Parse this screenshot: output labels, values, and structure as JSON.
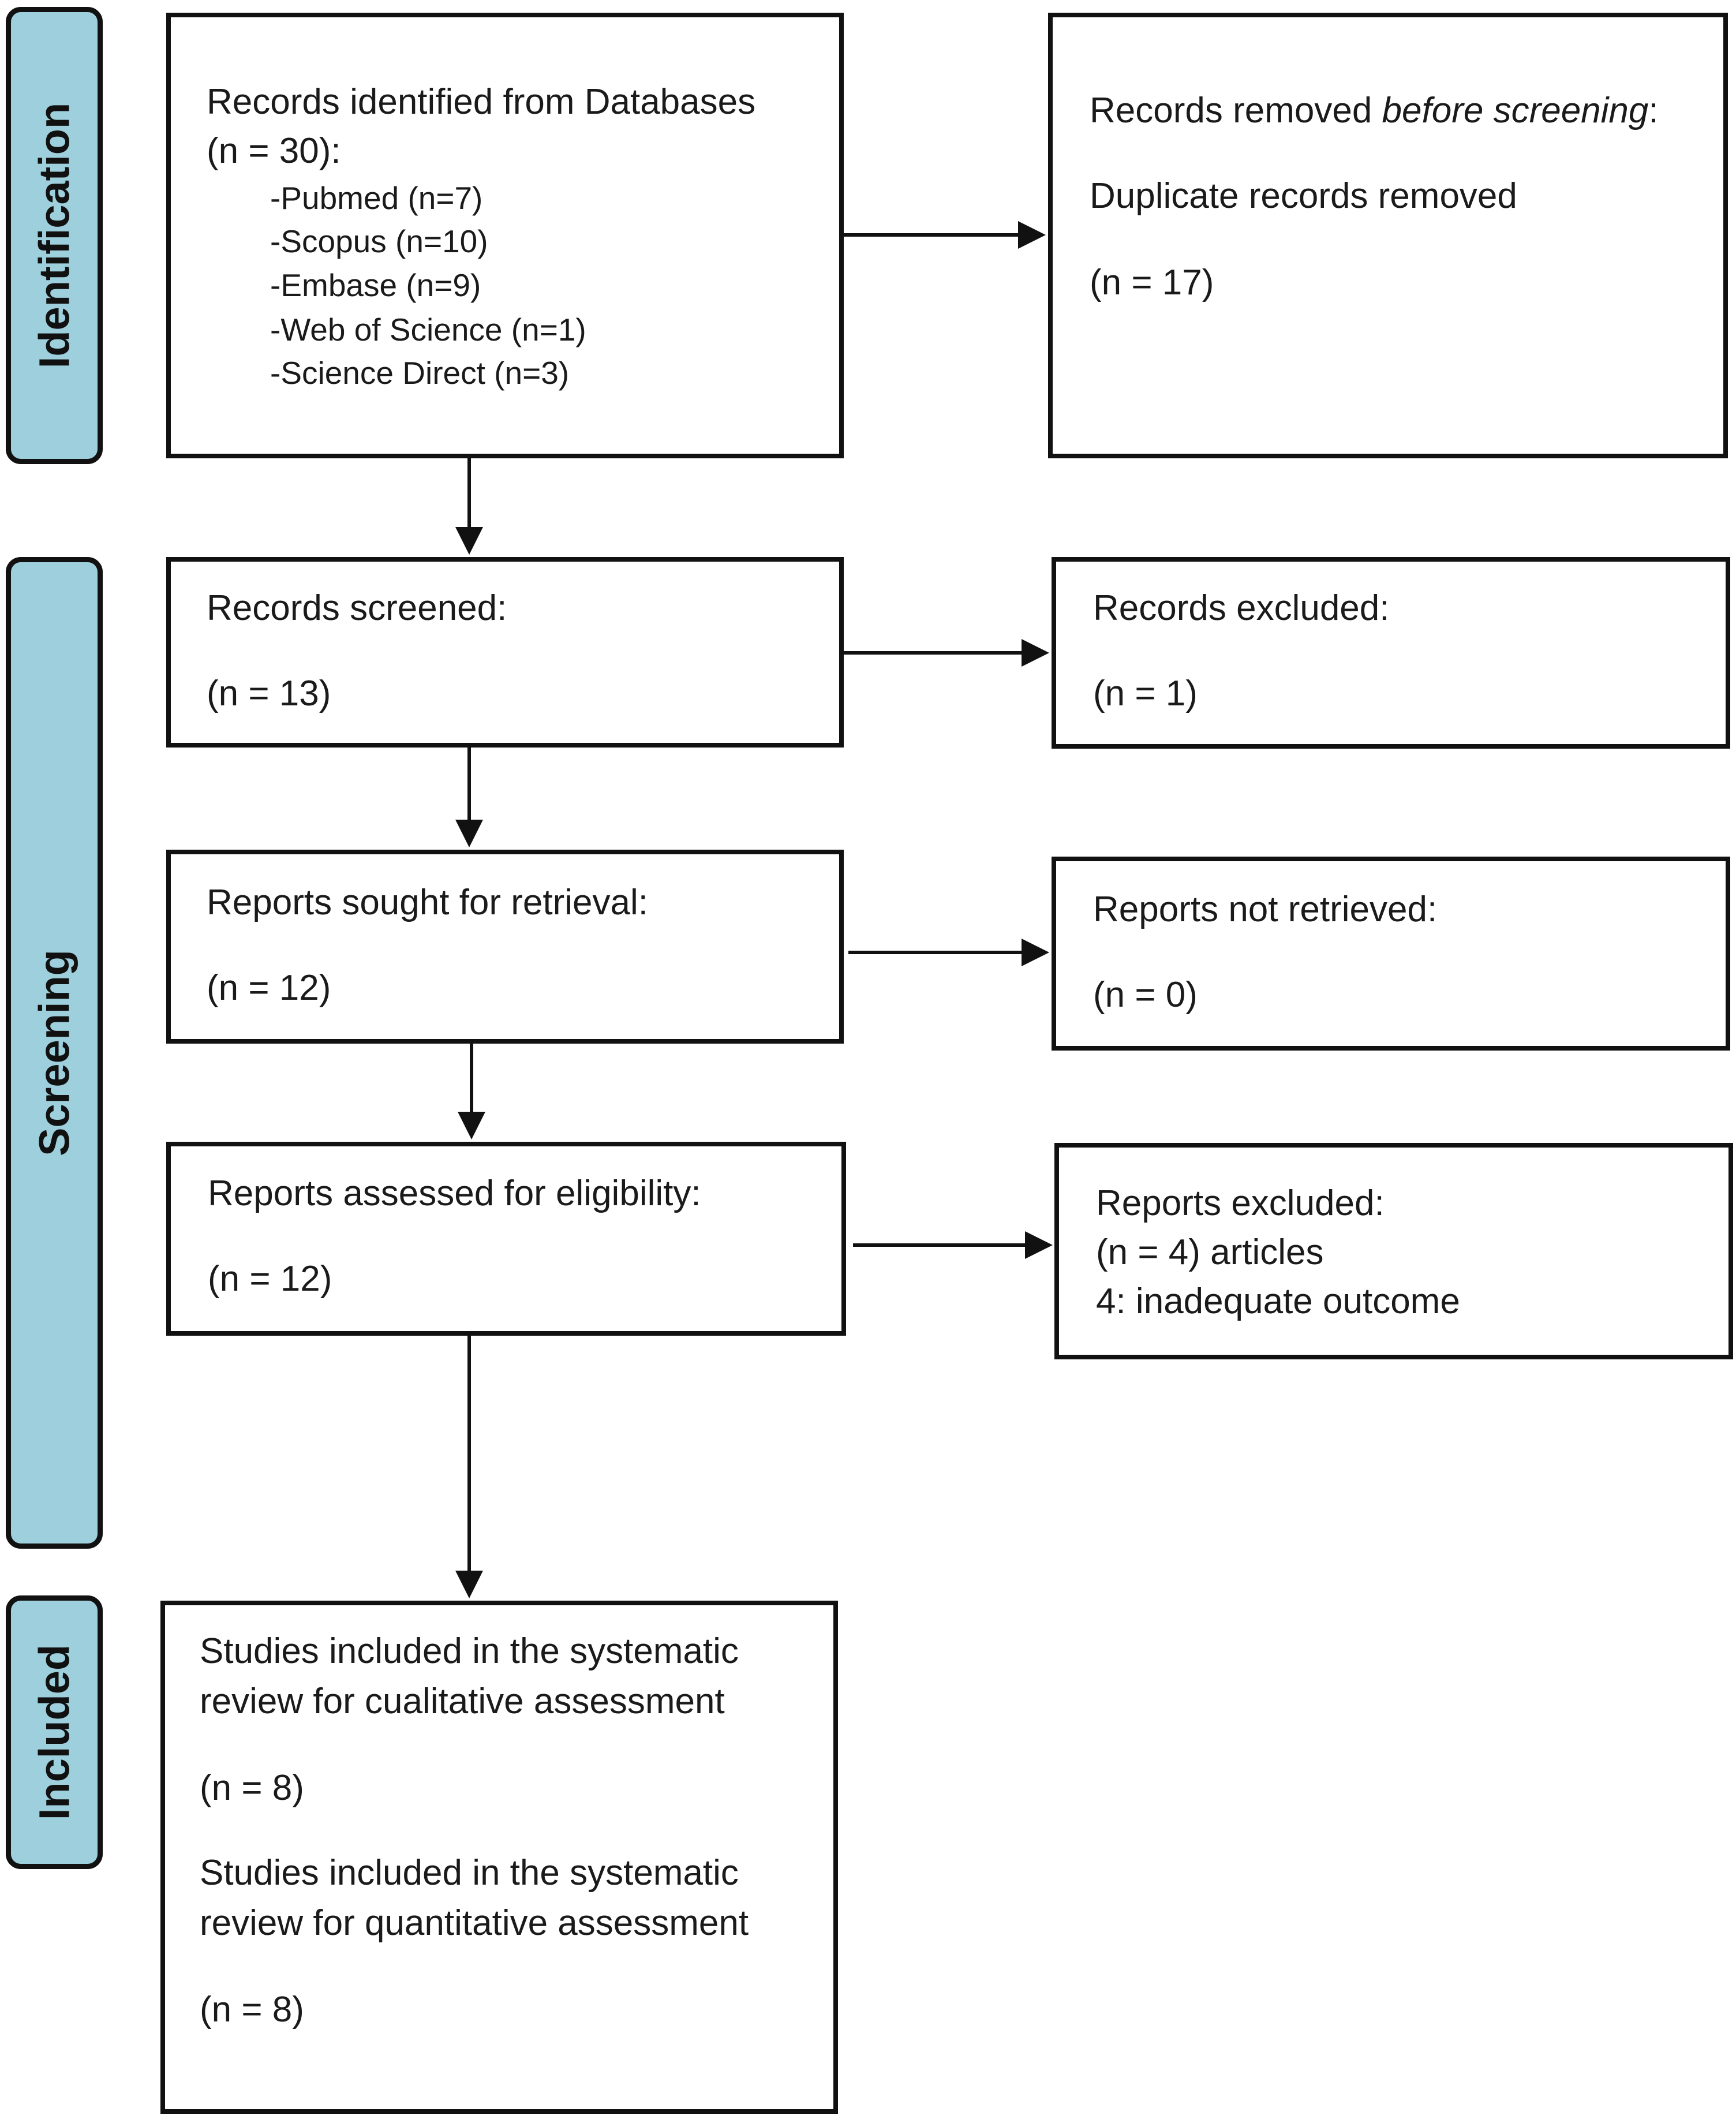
{
  "phases": {
    "identification": "Identification",
    "screening": "Screening",
    "included": "Included"
  },
  "identification": {
    "records_title": "Records identified from Databases",
    "records_count": "(n = 30):",
    "databases": [
      "-Pubmed (n=7)",
      "-Scopus (n=10)",
      "-Embase (n=9)",
      "-Web of Science (n=1)",
      "-Science Direct (n=3)"
    ],
    "removed_title_prefix": "Records removed ",
    "removed_title_italic": "before screening",
    "removed_title_suffix": ":",
    "removed_reason": "Duplicate records removed",
    "removed_count": "(n = 17)"
  },
  "screening": {
    "screened_title": "Records screened:",
    "screened_count": "(n = 13)",
    "excluded_title": "Records excluded:",
    "excluded_count": "(n = 1)",
    "sought_title": "Reports sought for retrieval:",
    "sought_count": "(n = 12)",
    "not_retrieved_title": "Reports not retrieved:",
    "not_retrieved_count": "(n = 0)",
    "assessed_title": "Reports assessed for eligibility:",
    "assessed_count": "(n = 12)",
    "reports_excluded_title": "Reports excluded:",
    "reports_excluded_count": "(n = 4) articles",
    "reports_excluded_reason": "4: inadequate outcome"
  },
  "included": {
    "qual_line1": "Studies included in the systematic",
    "qual_line2": "review for cualitative assessment",
    "qual_count": "(n = 8)",
    "quant_line1": "Studies included in the systematic",
    "quant_line2": "review for quantitative assessment",
    "quant_count": "(n = 8)"
  },
  "colors": {
    "phase_fill": "#9ecfdc",
    "border": "#111111"
  }
}
